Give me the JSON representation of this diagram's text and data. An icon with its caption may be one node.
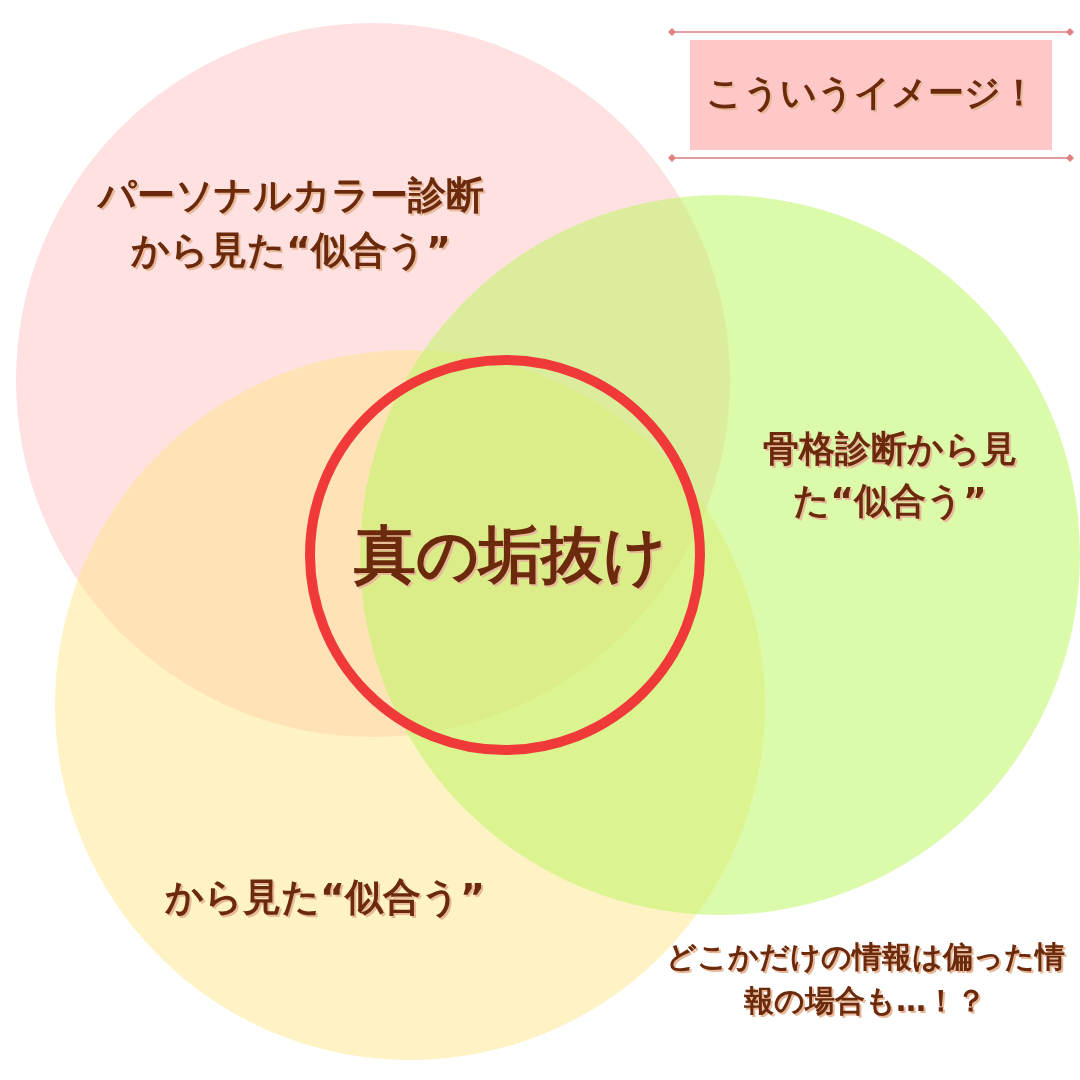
{
  "diagram": {
    "nodes": [
      {
        "text": [
          "パーソナルカラー診断から見た“似合う”"
        ]
      },
      {
        "text": [
          "こういうイメージ！"
        ]
      },
      {
        "text": [
          "骨格診断から見た“似合う”"
        ]
      },
      {
        "text": [
          "真の垢抜け"
        ]
      },
      {
        "text": [
          "から見た“似合う”"
        ]
      }
    ],
    "labels": [
      "どこかだけの情報は偏った情報の場合も…！？"
    ]
  }
}
